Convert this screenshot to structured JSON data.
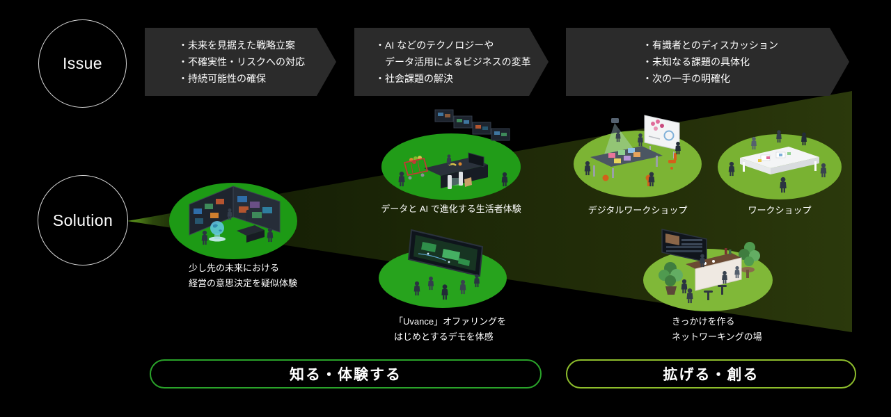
{
  "circles": {
    "issue": "Issue",
    "solution": "Solution"
  },
  "issue_boxes": [
    {
      "lines": [
        "・未来を見据えた戦略立案",
        "・不確実性・リスクへの対応",
        "・持続可能性の確保"
      ]
    },
    {
      "lines": [
        "・AI などのテクノロジーや",
        "　データ活用によるビジネスの変革",
        "・社会課題の解決"
      ]
    },
    {
      "lines": [
        "・有識者とのディスカッション",
        "・未知なる課題の具体化",
        "・次の一手の明確化"
      ]
    }
  ],
  "solutions": [
    {
      "name": "future-management-decision-experience",
      "caption_lines": [
        "少し先の未来における",
        "経営の意思決定を疑似体験"
      ]
    },
    {
      "name": "data-ai-consumer-experience",
      "caption_lines": [
        "データと AI で進化する生活者体験"
      ]
    },
    {
      "name": "uvance-offering-demo",
      "caption_lines": [
        "「Uvance」オファリングを",
        "はじめとするデモを体感"
      ]
    },
    {
      "name": "digital-workshop",
      "caption_lines": [
        "デジタルワークショップ"
      ]
    },
    {
      "name": "workshop",
      "caption_lines": [
        "ワークショップ"
      ]
    },
    {
      "name": "networking-place",
      "caption_lines": [
        "きっかけを作る",
        "ネットワーキングの場"
      ]
    }
  ],
  "phases": [
    {
      "label": "知る・体験する"
    },
    {
      "label": "拡げる・創る"
    }
  ],
  "colors": {
    "background": "#000000",
    "issue_box_fill": "#2b2b2b",
    "circle_outline": "#d9d9d9",
    "ellipse_green_dark": "#1d9a15",
    "ellipse_green_light": "#7cb434",
    "phase1_border": "#2aa32a",
    "phase2_border": "#8ebe2c",
    "beam_olive": "#222f09",
    "text": "#ffffff"
  }
}
